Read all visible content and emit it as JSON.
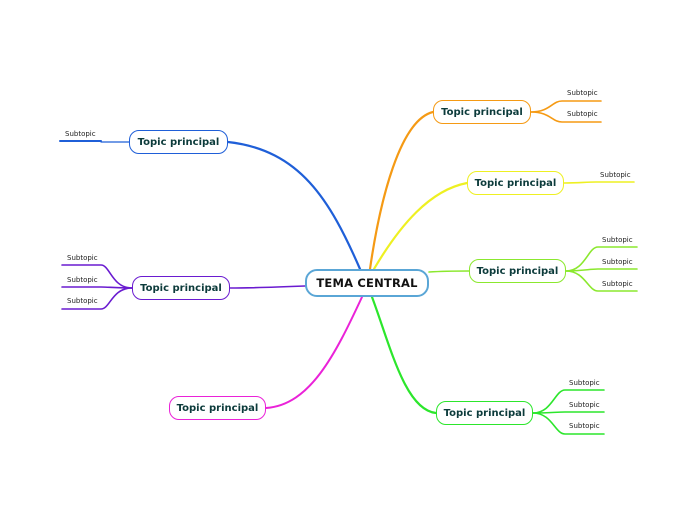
{
  "central": {
    "label": "TEMA CENTRAL",
    "color": "#5aa6d6"
  },
  "topics": [
    {
      "label": "Topic principal",
      "color": "#f59a14",
      "subtopics": [
        "Subtopic",
        "Subtopic"
      ]
    },
    {
      "label": "Topic principal",
      "color": "#eef022",
      "subtopics": [
        "Subtopic"
      ]
    },
    {
      "label": "Topic principal",
      "color": "#8be82e",
      "subtopics": [
        "Subtopic",
        "Subtopic",
        "Subtopic"
      ]
    },
    {
      "label": "Topic principal",
      "color": "#2ce62c",
      "subtopics": [
        "Subtopic",
        "Subtopic",
        "Subtopic"
      ]
    },
    {
      "label": "Topic principal",
      "color": "#ea22d8",
      "subtopics": []
    },
    {
      "label": "Topic principal",
      "color": "#6a1bd0",
      "subtopics": [
        "Subtopic",
        "Subtopic",
        "Subtopic"
      ]
    },
    {
      "label": "Topic principal",
      "color": "#1f5fd8",
      "subtopics": [
        "Subtopic"
      ]
    }
  ]
}
